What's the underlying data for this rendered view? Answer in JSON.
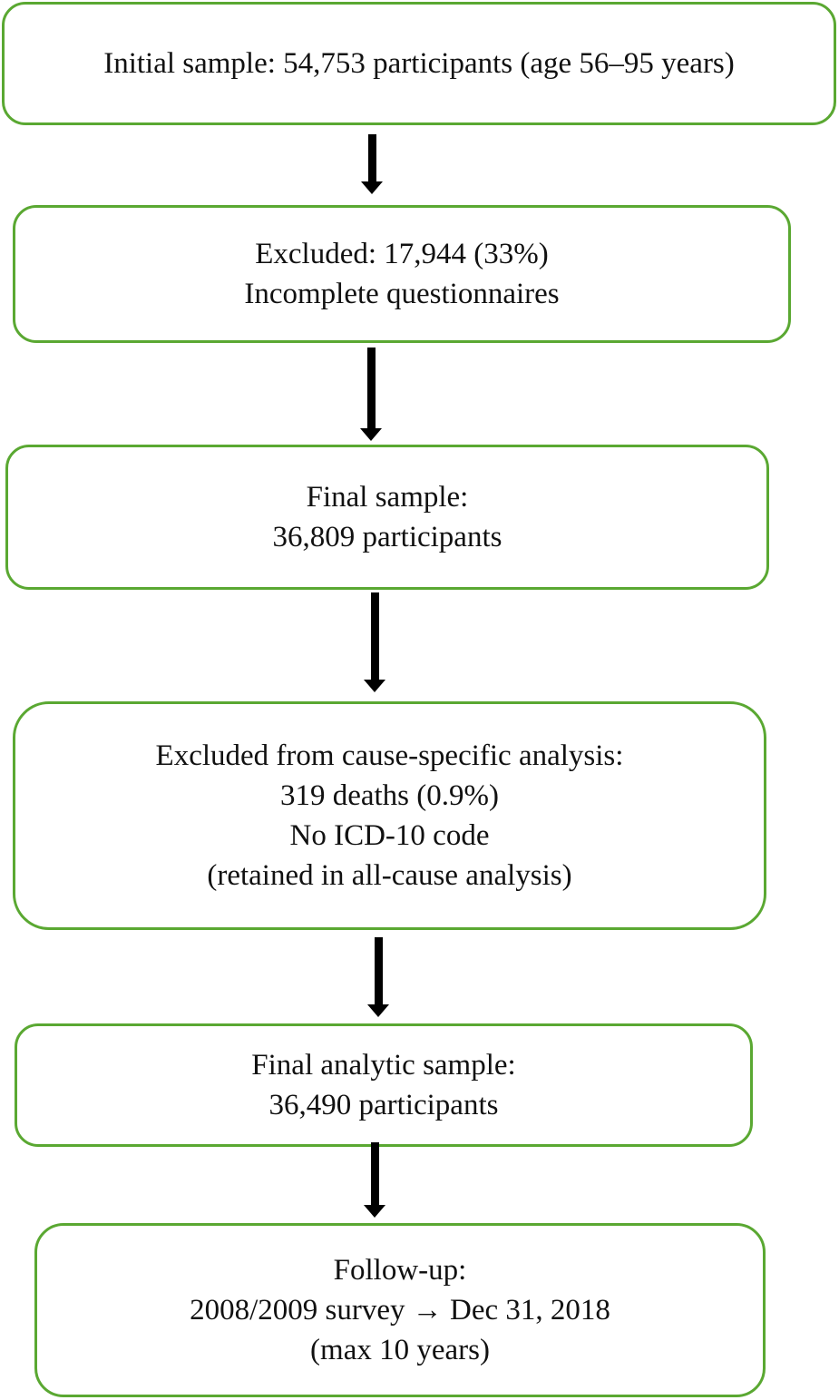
{
  "boxes": [
    {
      "lines": [
        "Initial sample: 54,753 participants (age 56–95 years)"
      ]
    },
    {
      "lines": [
        "Excluded: 17,944 (33%)",
        "Incomplete questionnaires"
      ]
    },
    {
      "lines": [
        "Final sample:",
        "36,809 participants"
      ]
    },
    {
      "lines": [
        "Excluded from cause-specific analysis:",
        "319 deaths (0.9%)",
        "No ICD-10 code",
        "(retained in all-cause analysis)"
      ]
    },
    {
      "lines": [
        "Final analytic sample:",
        "36,490 participants"
      ]
    },
    {
      "lines": [
        "Follow-up:",
        "2008/2009 survey → Dec 31, 2018",
        "(max 10 years)"
      ]
    }
  ],
  "colors": {
    "box_border": "#5aa832",
    "arrow": "#000000"
  }
}
